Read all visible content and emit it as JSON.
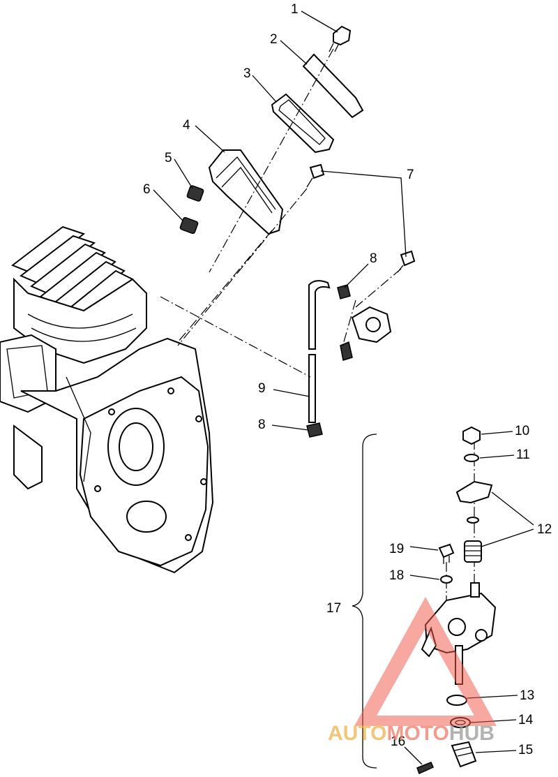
{
  "callouts": [
    {
      "id": "c1",
      "label": "1"
    },
    {
      "id": "c2",
      "label": "2"
    },
    {
      "id": "c3",
      "label": "3"
    },
    {
      "id": "c4",
      "label": "4"
    },
    {
      "id": "c5",
      "label": "5"
    },
    {
      "id": "c6",
      "label": "6"
    },
    {
      "id": "c7",
      "label": "7"
    },
    {
      "id": "c8a",
      "label": "8"
    },
    {
      "id": "c9",
      "label": "9"
    },
    {
      "id": "c8b",
      "label": "8"
    },
    {
      "id": "c10",
      "label": "10"
    },
    {
      "id": "c11",
      "label": "11"
    },
    {
      "id": "c12",
      "label": "12"
    },
    {
      "id": "c19",
      "label": "19"
    },
    {
      "id": "c18",
      "label": "18"
    },
    {
      "id": "c17",
      "label": "17"
    },
    {
      "id": "c13",
      "label": "13"
    },
    {
      "id": "c14",
      "label": "14"
    },
    {
      "id": "c16",
      "label": "16"
    },
    {
      "id": "c15",
      "label": "15"
    }
  ],
  "watermark": {
    "part1": "AUTO",
    "part2": "MOTO",
    "part3": "HUB",
    "color_auto": "#f2b24a",
    "color_moto": "#f07a6a",
    "color_hub": "#9a9a9a",
    "triangle_color": "#f05a4a"
  }
}
